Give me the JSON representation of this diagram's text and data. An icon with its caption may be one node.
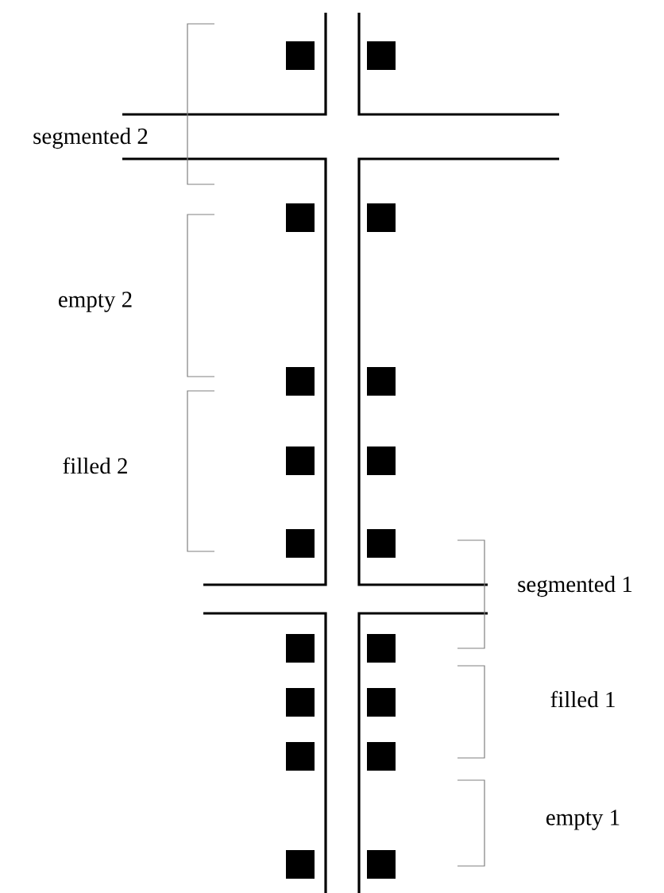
{
  "diagram": {
    "labels": [
      "segmented 2",
      "empty 2",
      "filled 2",
      "segmented 1",
      "filled 1",
      "empty 1"
    ]
  }
}
